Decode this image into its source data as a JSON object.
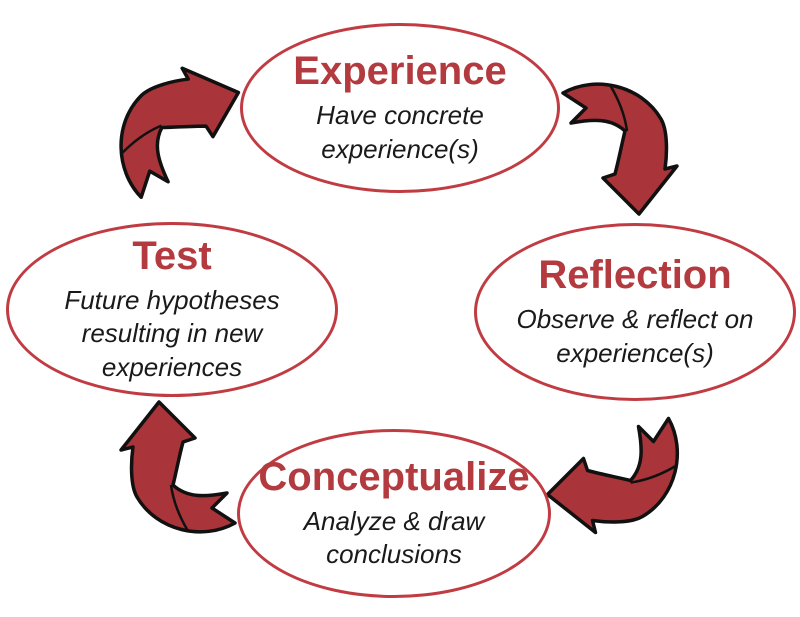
{
  "diagram_type": "cycle",
  "nodes": [
    {
      "id": "experience",
      "title": "Experience",
      "subtitle": "Have concrete experience(s)"
    },
    {
      "id": "reflection",
      "title": "Reflection",
      "subtitle": "Observe & reflect on experience(s)"
    },
    {
      "id": "conceptualize",
      "title": "Conceptualize",
      "subtitle": "Analyze & draw conclusions"
    },
    {
      "id": "test",
      "title": "Test",
      "subtitle": "Future hypotheses resulting in new experiences"
    }
  ],
  "arrows": [
    {
      "from": "experience",
      "to": "reflection"
    },
    {
      "from": "reflection",
      "to": "conceptualize"
    },
    {
      "from": "conceptualize",
      "to": "test"
    },
    {
      "from": "test",
      "to": "experience"
    }
  ],
  "colors": {
    "background": "#FFFFFF",
    "ellipse_stroke": "#C03C42",
    "title_text": "#B33B3F",
    "subtitle_text": "#1A1A1A",
    "arrow_fill": "#A93439",
    "arrow_outline": "#111111"
  }
}
